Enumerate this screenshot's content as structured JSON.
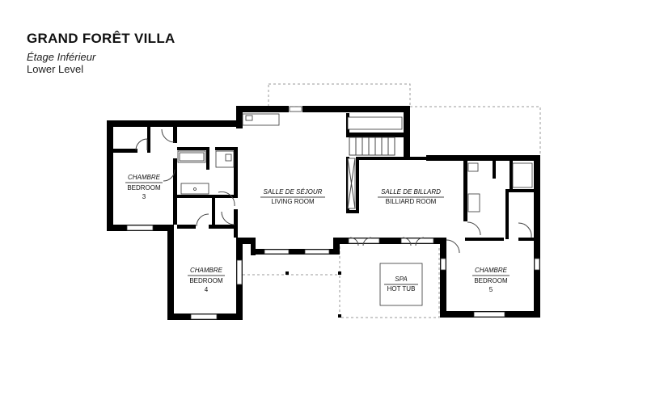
{
  "header": {
    "title": "GRAND FORÊT VILLA",
    "subtitle_fr": "Étage Inférieur",
    "subtitle_en": "Lower Level"
  },
  "rooms": {
    "bedroom3": {
      "fr": "CHAMBRE",
      "en": "BEDROOM",
      "num": "3"
    },
    "bedroom4": {
      "fr": "CHAMBRE",
      "en": "BEDROOM",
      "num": "4"
    },
    "bedroom5": {
      "fr": "CHAMBRE",
      "en": "BEDROOM",
      "num": "5"
    },
    "living": {
      "fr": "SALLE DE SÉJOUR",
      "en": "LIVING ROOM"
    },
    "billiard": {
      "fr": "SALLE DE BILLARD",
      "en": "BILLIARD ROOM"
    },
    "spa": {
      "fr": "SPA",
      "en": "HOT TUB"
    }
  }
}
